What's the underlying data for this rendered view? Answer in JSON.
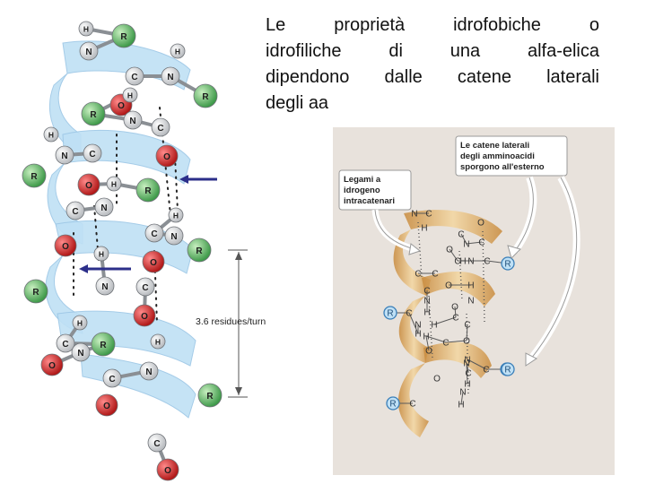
{
  "slide": {
    "text_lines": [
      "Le proprietà idrofobiche o",
      "idrofiliche di una alfa-elica",
      "dipendono dalle catene laterali",
      "degli aa"
    ]
  },
  "left_figure": {
    "measure_label": "3.6 residues/turn",
    "arrow_color": "#2c2f8a",
    "helix_color": "#bfe0f5",
    "atoms": [
      {
        "el": "H"
      },
      {
        "el": "R"
      },
      {
        "el": "N"
      },
      {
        "el": "H"
      },
      {
        "el": "C"
      },
      {
        "el": "N"
      },
      {
        "el": "R"
      },
      {
        "el": "O"
      },
      {
        "el": "H"
      },
      {
        "el": "R"
      },
      {
        "el": "N"
      },
      {
        "el": "C"
      },
      {
        "el": "H"
      },
      {
        "el": "C"
      },
      {
        "el": "N"
      },
      {
        "el": "O"
      },
      {
        "el": "R"
      },
      {
        "el": "O"
      },
      {
        "el": "H"
      },
      {
        "el": "R"
      },
      {
        "el": "N"
      },
      {
        "el": "C"
      },
      {
        "el": "H"
      },
      {
        "el": "C"
      },
      {
        "el": "N"
      },
      {
        "el": "O"
      },
      {
        "el": "O"
      },
      {
        "el": "R"
      },
      {
        "el": "H"
      },
      {
        "el": "N"
      },
      {
        "el": "R"
      },
      {
        "el": "C"
      },
      {
        "el": "O"
      },
      {
        "el": "H"
      },
      {
        "el": "C"
      },
      {
        "el": "R"
      },
      {
        "el": "N"
      },
      {
        "el": "O"
      },
      {
        "el": "H"
      },
      {
        "el": "C"
      },
      {
        "el": "N"
      },
      {
        "el": "O"
      },
      {
        "el": "R"
      },
      {
        "el": "O"
      },
      {
        "el": "C"
      },
      {
        "el": "O"
      }
    ]
  },
  "right_figure": {
    "callout_hbond": [
      "Legami a",
      "idrogeno",
      "intracatenari"
    ],
    "callout_sidechains": [
      "Le catene laterali",
      "degli amminoacidi",
      "sporgono all'esterno"
    ],
    "panel_color": "#e8e2dc",
    "ribbon_color": "#e2b36c",
    "atoms": [
      {
        "el": "N"
      },
      {
        "el": "C"
      },
      {
        "el": "O"
      },
      {
        "el": "H"
      },
      {
        "el": "C"
      },
      {
        "el": "N"
      },
      {
        "el": "C"
      },
      {
        "el": "O"
      },
      {
        "el": "C"
      },
      {
        "el": "H"
      },
      {
        "el": "N"
      },
      {
        "el": "C"
      },
      {
        "el": "R"
      },
      {
        "el": "C"
      },
      {
        "el": "C"
      },
      {
        "el": "O"
      },
      {
        "el": "H"
      },
      {
        "el": "C"
      },
      {
        "el": "N"
      },
      {
        "el": "H"
      },
      {
        "el": "N"
      },
      {
        "el": "R"
      },
      {
        "el": "C"
      },
      {
        "el": "H"
      },
      {
        "el": "N"
      },
      {
        "el": "O"
      },
      {
        "el": "C"
      },
      {
        "el": "H"
      },
      {
        "el": "C"
      },
      {
        "el": "O"
      },
      {
        "el": "C"
      },
      {
        "el": "H"
      },
      {
        "el": "O"
      },
      {
        "el": "N"
      },
      {
        "el": "C"
      },
      {
        "el": "R"
      },
      {
        "el": "C"
      },
      {
        "el": "N"
      },
      {
        "el": "H"
      },
      {
        "el": "R"
      },
      {
        "el": "C"
      },
      {
        "el": "O"
      },
      {
        "el": "H"
      },
      {
        "el": "N"
      },
      {
        "el": "R"
      }
    ]
  }
}
